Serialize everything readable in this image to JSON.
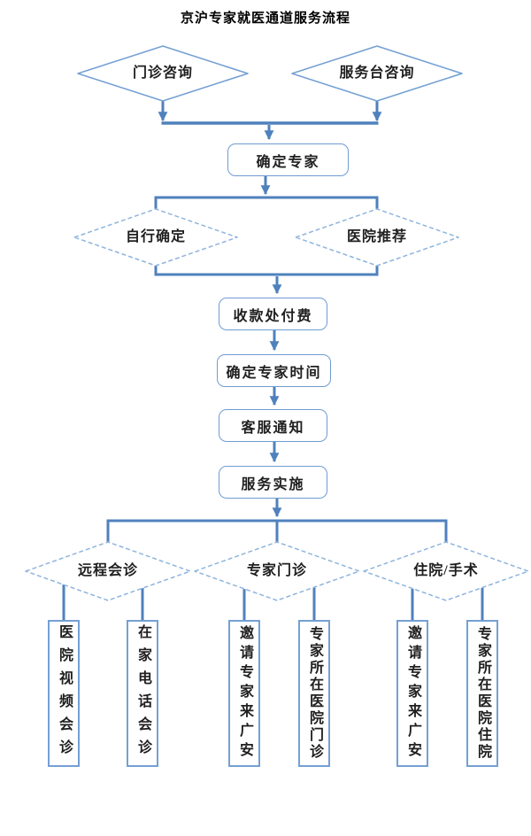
{
  "title": "京沪专家就医通道服务流程",
  "entry_channels": [
    {
      "label": "门诊咨询"
    },
    {
      "label": "服务台咨询"
    }
  ],
  "confirm_expert": {
    "label": "确定专家"
  },
  "selection_methods": [
    {
      "label": "自行确定"
    },
    {
      "label": "医院推荐"
    }
  ],
  "process_steps": [
    {
      "label": "收款处付费"
    },
    {
      "label": "确定专家时间"
    },
    {
      "label": "客服通知"
    },
    {
      "label": "服务实施"
    }
  ],
  "service_types": [
    {
      "label": "远程会诊",
      "options": [
        {
          "label": "医院视频会诊"
        },
        {
          "label": "在家电话会诊"
        }
      ]
    },
    {
      "label": "专家门诊",
      "options": [
        {
          "label": "邀请专家来广安"
        },
        {
          "label": "专家所在医院门诊"
        }
      ]
    },
    {
      "label": "住院/手术",
      "options": [
        {
          "label": "邀请专家来广安"
        },
        {
          "label": "专家所在医院住院"
        }
      ]
    }
  ],
  "colors": {
    "connector_blue": "#4f81bd",
    "solid_border_blue": "#74a0d4",
    "dashed_border_blue": "#8fb4dd",
    "text": "#1f1f1f"
  }
}
